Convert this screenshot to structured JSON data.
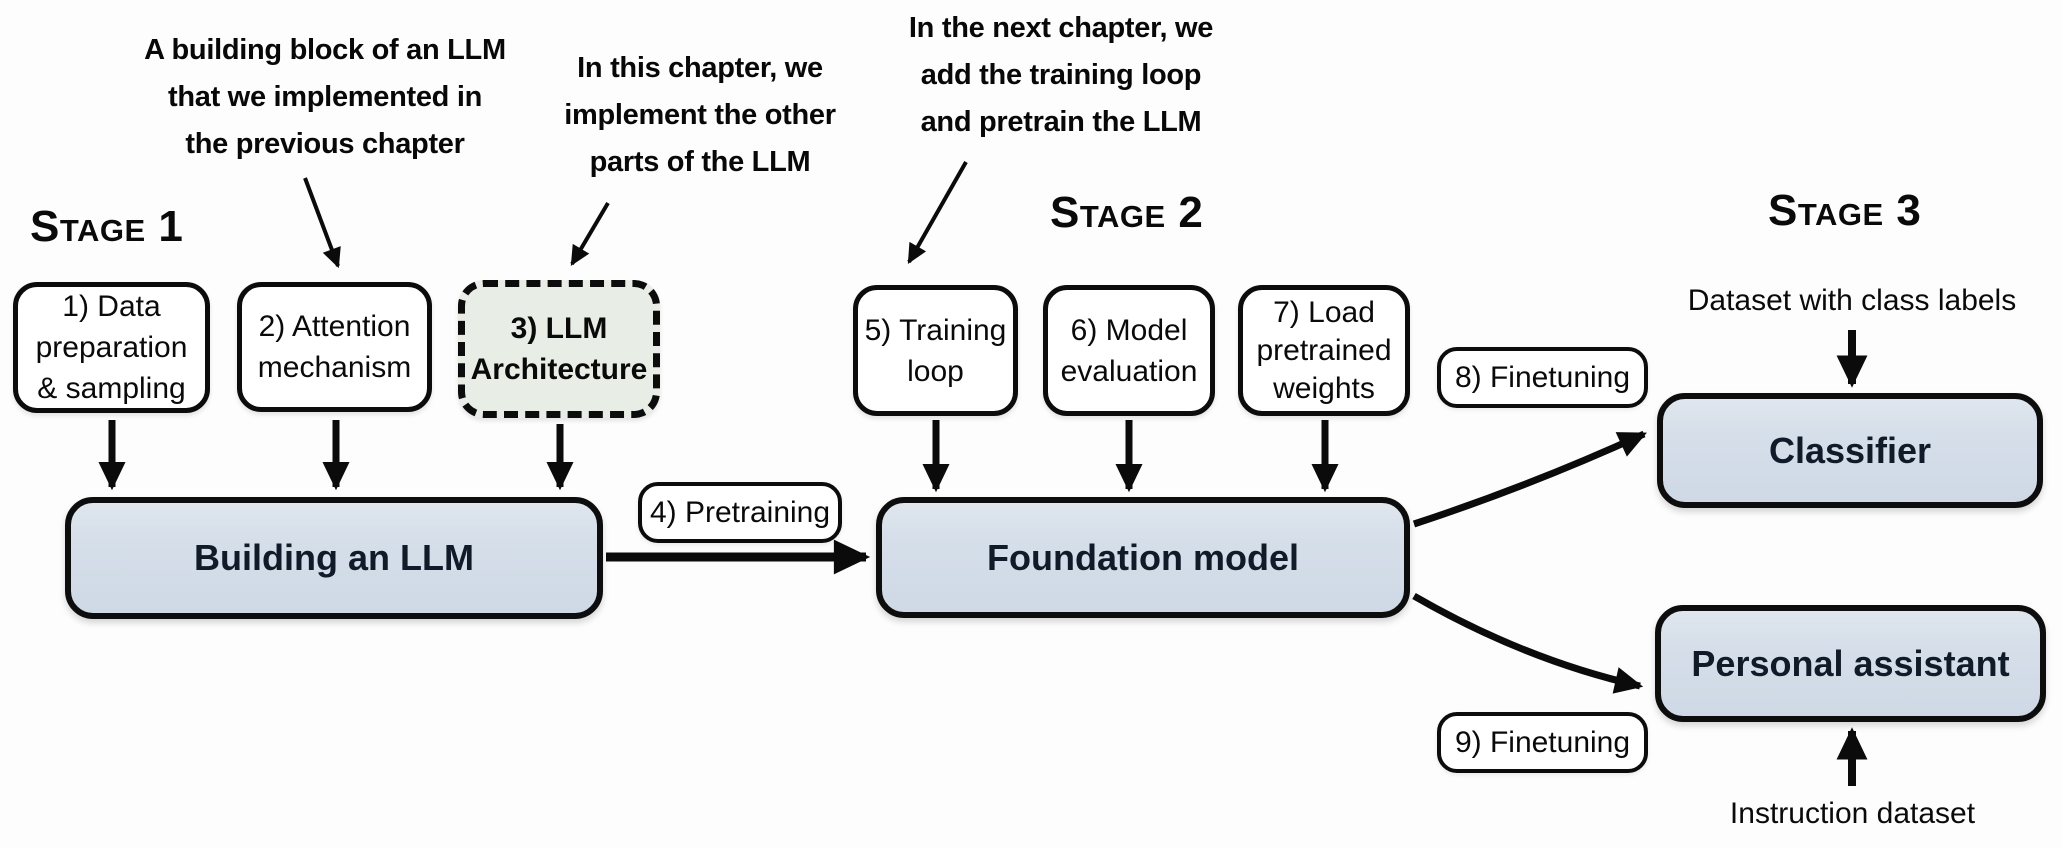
{
  "diagram": {
    "title": "Three stages of building a large language model",
    "background": "#fdfdfd",
    "colors": {
      "node_fill": "#d5dee9",
      "highlight_fill": "#e8ede6",
      "border": "#0d0d0d",
      "text": "#0a0a0a",
      "node_text": "#101a28"
    },
    "stages": {
      "s1": "Stage 1",
      "s2": "Stage 2",
      "s3": "Stage 3"
    },
    "annotations": {
      "building_block": {
        "l1": "A building block of an LLM",
        "l2": "that we implemented in",
        "l3": "the previous chapter"
      },
      "this_chapter": {
        "l1": "In this chapter, we",
        "l2": "implement the other",
        "l3": "parts of the LLM"
      },
      "next_chapter": {
        "l1": "In the next chapter, we",
        "l2": "add the training loop",
        "l3": "and pretrain the LLM"
      }
    },
    "steps": {
      "data_prep": {
        "l1": "1) Data",
        "l2": "preparation",
        "l3": "& sampling"
      },
      "attention": {
        "l1": "2) Attention",
        "l2": "mechanism"
      },
      "architecture": {
        "l1": "3) LLM",
        "l2": "Architecture"
      },
      "pretraining": "4) Pretraining",
      "training_loop": {
        "l1": "5) Training",
        "l2": "loop"
      },
      "model_eval": {
        "l1": "6) Model",
        "l2": "evaluation"
      },
      "load_weights": {
        "l1": "7) Load",
        "l2": "pretrained",
        "l3": "weights"
      },
      "finetuning_classifier": "8) Finetuning",
      "finetuning_assistant": "9) Finetuning"
    },
    "nodes": {
      "building_llm": "Building an LLM",
      "foundation_model": "Foundation model",
      "classifier": "Classifier",
      "personal_assistant": "Personal assistant"
    },
    "io_labels": {
      "class_dataset": "Dataset with class labels",
      "instruction_dataset": "Instruction dataset"
    }
  }
}
